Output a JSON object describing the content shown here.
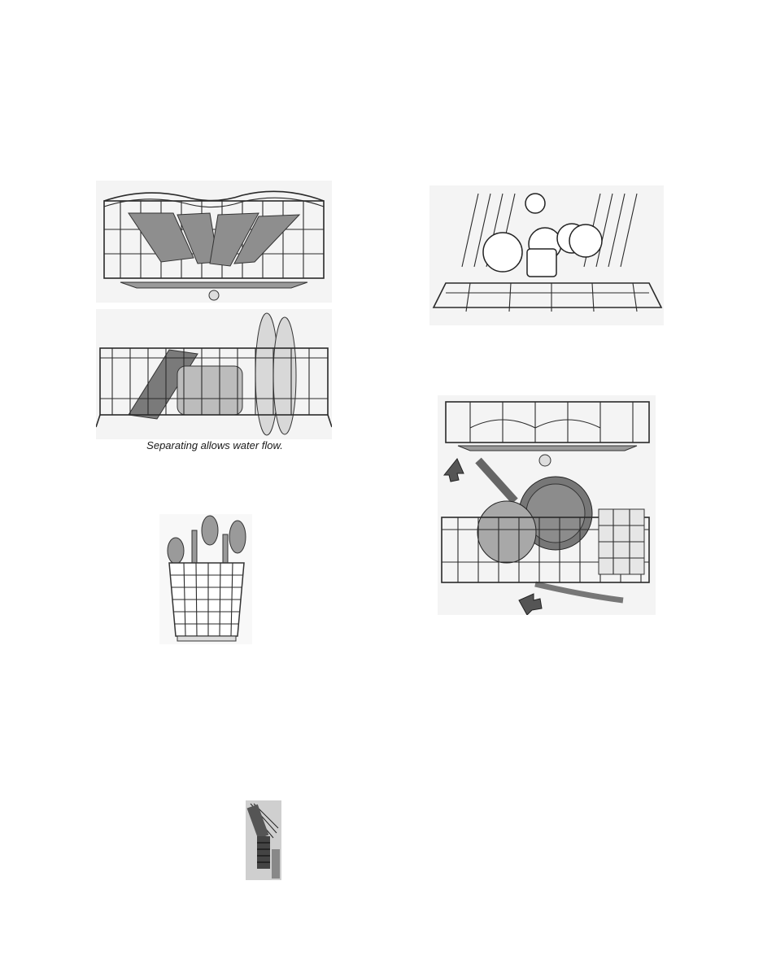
{
  "figures": {
    "upper_rack_plates": {
      "icon": "upper-rack-with-plates-illustration"
    },
    "lower_rack_plates": {
      "icon": "lower-rack-with-plates-illustration"
    },
    "upper_rack_cups": {
      "icon": "upper-rack-with-cups-illustration"
    },
    "silverware_basket": {
      "icon": "silverware-basket-illustration"
    },
    "racks_with_pots": {
      "icon": "racks-with-pots-and-arrows-illustration"
    },
    "utensil_detail": {
      "icon": "utensil-detail-illustration"
    }
  },
  "caption": "Separating allows water flow.",
  "colors": {
    "ink": "#2a2a2a",
    "shade": "#9a9a9a",
    "panel": "#f4f4f4"
  }
}
